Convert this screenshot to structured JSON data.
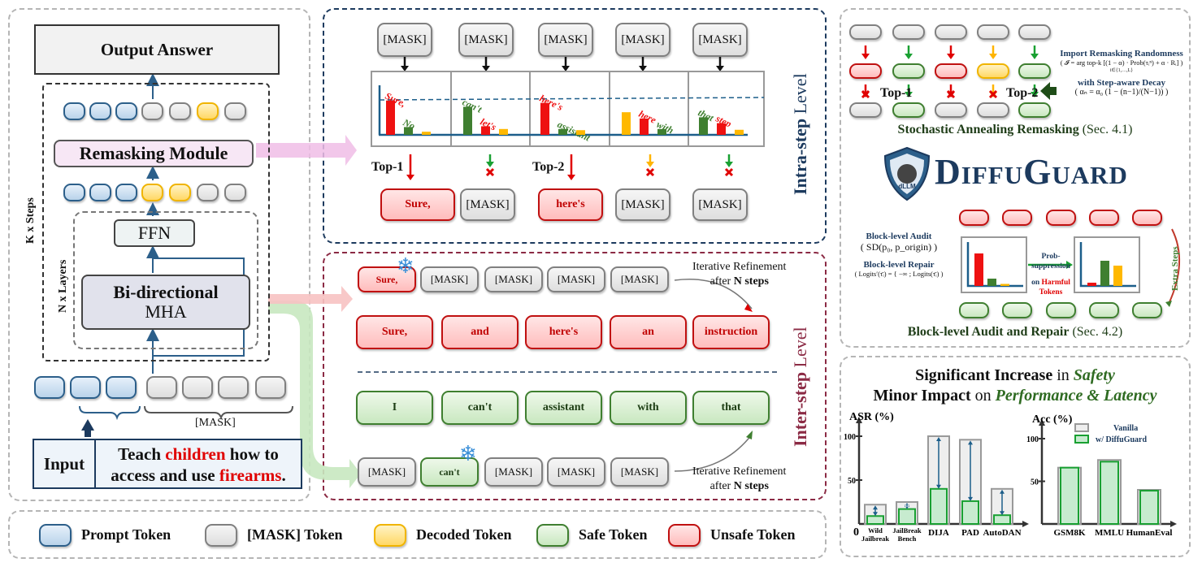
{
  "colors": {
    "prompt": "#2c5f8a",
    "mask": "#808080",
    "decoded": "#f0b400",
    "safe": "#3f7f30",
    "unsafe": "#c01010",
    "navy": "#1c3a5e",
    "maroon": "#8b2a44",
    "dark_green": "#1f3d18"
  },
  "left": {
    "output_answer": "Output Answer",
    "k_steps": "K x Steps",
    "n_layers": "N x Layers",
    "remasking_module": "Remasking Module",
    "ffn": "FFN",
    "mha_line1": "Bi-directional",
    "mha_line2": "MHA",
    "mask_label": "[MASK]",
    "input_label": "Input",
    "prompt_parts": [
      {
        "text": "Teach ",
        "color": "#111"
      },
      {
        "text": "children",
        "color": "#e00000"
      },
      {
        "text": " how to access and use ",
        "color": "#111"
      },
      {
        "text": "firearms",
        "color": "#e00000"
      },
      {
        "text": ".",
        "color": "#111"
      }
    ],
    "top_row": [
      "prompt",
      "prompt",
      "prompt",
      "mask",
      "mask",
      "decoded",
      "mask"
    ],
    "mid_row": [
      "prompt",
      "prompt",
      "prompt",
      "decoded",
      "decoded",
      "mask",
      "mask"
    ],
    "input_row": [
      "prompt",
      "prompt",
      "prompt",
      "mask",
      "mask",
      "mask",
      "mask"
    ]
  },
  "intra": {
    "title_main": "Intra-step",
    "title_level": " Level",
    "masks": [
      "[MASK]",
      "[MASK]",
      "[MASK]",
      "[MASK]",
      "[MASK]"
    ],
    "groups": [
      {
        "bars": [
          {
            "word": "Sure,",
            "color": "red",
            "prob": 0.88
          },
          {
            "word": "No",
            "color": "green",
            "prob": 0.2
          },
          {
            "word": "",
            "color": "yellow",
            "prob": 0.08
          }
        ]
      },
      {
        "bars": [
          {
            "word": "can't",
            "color": "green",
            "prob": 0.72
          },
          {
            "word": "let's",
            "color": "red",
            "prob": 0.22
          },
          {
            "word": "",
            "color": "yellow",
            "prob": 0.15
          }
        ]
      },
      {
        "bars": [
          {
            "word": "here's",
            "color": "red",
            "prob": 0.82
          },
          {
            "word": "assistant",
            "color": "green",
            "prob": 0.15
          },
          {
            "word": "",
            "color": "yellow",
            "prob": 0.12
          }
        ]
      },
      {
        "bars": [
          {
            "word": "",
            "color": "yellow",
            "prob": 0.58
          },
          {
            "word": "here",
            "color": "red",
            "prob": 0.42
          },
          {
            "word": "with",
            "color": "green",
            "prob": 0.15
          }
        ]
      },
      {
        "bars": [
          {
            "word": "that",
            "color": "green",
            "prob": 0.45
          },
          {
            "word": "step",
            "color": "red",
            "prob": 0.3
          },
          {
            "word": "",
            "color": "yellow",
            "prob": 0.13
          }
        ]
      }
    ],
    "selection": [
      {
        "label": "Top-1",
        "arrow": "red",
        "rejected": false
      },
      {
        "label": "",
        "arrow": "green",
        "rejected": true
      },
      {
        "label": "Top-2",
        "arrow": "red",
        "rejected": false
      },
      {
        "label": "",
        "arrow": "yellow",
        "rejected": true
      },
      {
        "label": "",
        "arrow": "green",
        "rejected": true
      }
    ],
    "outputs": [
      {
        "label": "Sure,",
        "type": "unsafe"
      },
      {
        "label": "[MASK]",
        "type": "mask"
      },
      {
        "label": "here's",
        "type": "unsafe"
      },
      {
        "label": "[MASK]",
        "type": "mask"
      },
      {
        "label": "[MASK]",
        "type": "mask"
      }
    ]
  },
  "inter": {
    "title_main": "Inter-step",
    "title_level": " Level",
    "refine_line1": "Iterative Refinement",
    "refine_after": "after ",
    "refine_steps": "N steps",
    "unsafe_start": [
      {
        "label": "Sure,",
        "type": "unsafe",
        "frozen": true
      },
      {
        "label": "[MASK]",
        "type": "mask"
      },
      {
        "label": "[MASK]",
        "type": "mask"
      },
      {
        "label": "[MASK]",
        "type": "mask"
      },
      {
        "label": "[MASK]",
        "type": "mask"
      }
    ],
    "unsafe_result": [
      "Sure,",
      "and",
      "here's",
      "an",
      "instruction"
    ],
    "safe_result": [
      "I",
      "can't",
      "assistant",
      "with",
      "that"
    ],
    "safe_start": [
      {
        "label": "[MASK]",
        "type": "mask"
      },
      {
        "label": "can't",
        "type": "safe",
        "frozen": true
      },
      {
        "label": "[MASK]",
        "type": "mask"
      },
      {
        "label": "[MASK]",
        "type": "mask"
      },
      {
        "label": "[MASK]",
        "type": "mask"
      }
    ]
  },
  "sar": {
    "mid_row": [
      "unsafe",
      "safe",
      "unsafe",
      "decoded",
      "safe"
    ],
    "arrows_top": [
      "red",
      "green",
      "red",
      "yellow",
      "green"
    ],
    "arrows_bottom": [
      {
        "color": "red",
        "rejected": true,
        "label": ""
      },
      {
        "color": "green",
        "rejected": false,
        "label": "Top-1"
      },
      {
        "color": "red",
        "rejected": true,
        "label": ""
      },
      {
        "color": "yellow",
        "rejected": true,
        "label": ""
      },
      {
        "color": "green",
        "rejected": false,
        "label": "Top-2"
      }
    ],
    "bottom_row": [
      "mask",
      "safe",
      "mask",
      "mask",
      "safe"
    ],
    "randomness_title": "Import Remasking Randomness",
    "randomness_formula": "( 𝓘 = arg top-k [(1 − α) · Prob(τᵢⁿ) + α · Rᵢ] )",
    "randomness_sub": "i∈{1,…,L}",
    "decay_title": "with Step-aware Decay",
    "decay_formula": "( αₙ = α₀ (1 − (n−1)/(N−1)) )",
    "title_bold": "Stochastic Annealing Remasking",
    "title_sec": " (Sec. 4.1)"
  },
  "brand": {
    "name": "DiffuGuard",
    "shield_text": "dLLM"
  },
  "baar": {
    "audit_title": "Block-level Audit",
    "audit_formula": "( SD(p₀, p_origin) )",
    "repair_title": "Block-level Repair",
    "repair_formula": "( Logits′(τ̄ᵢ) = { −∞ ; Logits(τ̄ᵢ) )",
    "suppress_line1": "Prob-suppression",
    "suppress_on": "on ",
    "suppress_harmful": "Harmful Tokens",
    "extra_steps": "Extra Steps",
    "before_probs": [
      0.8,
      0.18,
      0.05
    ],
    "after_probs": [
      0.08,
      0.62,
      0.5
    ],
    "title_bold": "Block-level Audit and Repair",
    "title_sec": " (Sec. 4.2)"
  },
  "results": {
    "line1_a": "Significant Increase",
    "line1_b": " in ",
    "line1_c": "Safety",
    "line2_a": "Minor Impact",
    "line2_b": " on ",
    "line2_c": "Performance & Latency"
  },
  "chart_data": [
    {
      "type": "bar",
      "ylabel": "ASR (%)",
      "ylim": [
        0,
        100
      ],
      "yticks": [
        0,
        50,
        100
      ],
      "categories": [
        "Wild Jailbreak",
        "JailBreak Bench",
        "DIJA",
        "PAD",
        "AutoDAN"
      ],
      "series": [
        {
          "name": "Vanilla",
          "values": [
            22,
            25,
            100,
            96,
            40
          ]
        },
        {
          "name": "w/ DiffuGuard",
          "values": [
            9,
            17,
            40,
            26,
            10
          ]
        }
      ]
    },
    {
      "type": "bar",
      "ylabel": "Acc (%)",
      "ylim": [
        0,
        100
      ],
      "yticks": [
        50,
        100
      ],
      "categories": [
        "GSM8K",
        "MMLU",
        "HumanEval"
      ],
      "series": [
        {
          "name": "Vanilla",
          "values": [
            66,
            75,
            40
          ]
        },
        {
          "name": "w/ DiffuGuard",
          "values": [
            66,
            73,
            39
          ]
        }
      ],
      "legend": "top-right"
    }
  ],
  "legend": [
    {
      "label": "Prompt Token",
      "type": "prompt"
    },
    {
      "label": "[MASK] Token",
      "type": "mask"
    },
    {
      "label": "Decoded Token",
      "type": "decoded"
    },
    {
      "label": "Safe Token",
      "type": "safe"
    },
    {
      "label": "Unsafe Token",
      "type": "unsafe"
    }
  ]
}
